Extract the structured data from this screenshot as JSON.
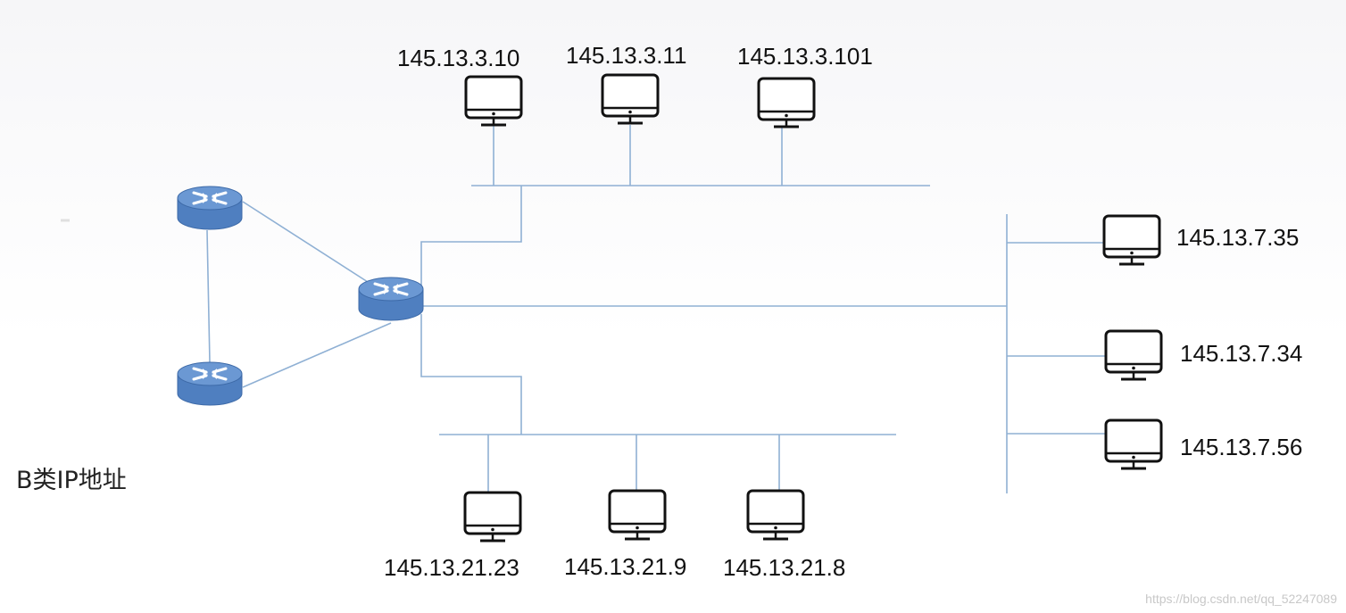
{
  "caption": "B类IP地址",
  "watermark": "https://blog.csdn.net/qq_52247089",
  "colors": {
    "line": "#8fb0d4",
    "router_body": "#4f7fc0",
    "router_top": "#6b98d3",
    "computer": "#111111"
  },
  "networks": {
    "top": {
      "hosts": [
        "145.13.3.10",
        "145.13.3.11",
        "145.13.3.101"
      ]
    },
    "right": {
      "hosts": [
        "145.13.7.35",
        "145.13.7.34",
        "145.13.7.56"
      ]
    },
    "bottom": {
      "hosts": [
        "145.13.21.23",
        "145.13.21.9",
        "145.13.21.8"
      ]
    }
  },
  "routers": [
    "router-upper-left",
    "router-lower-left",
    "router-center"
  ]
}
